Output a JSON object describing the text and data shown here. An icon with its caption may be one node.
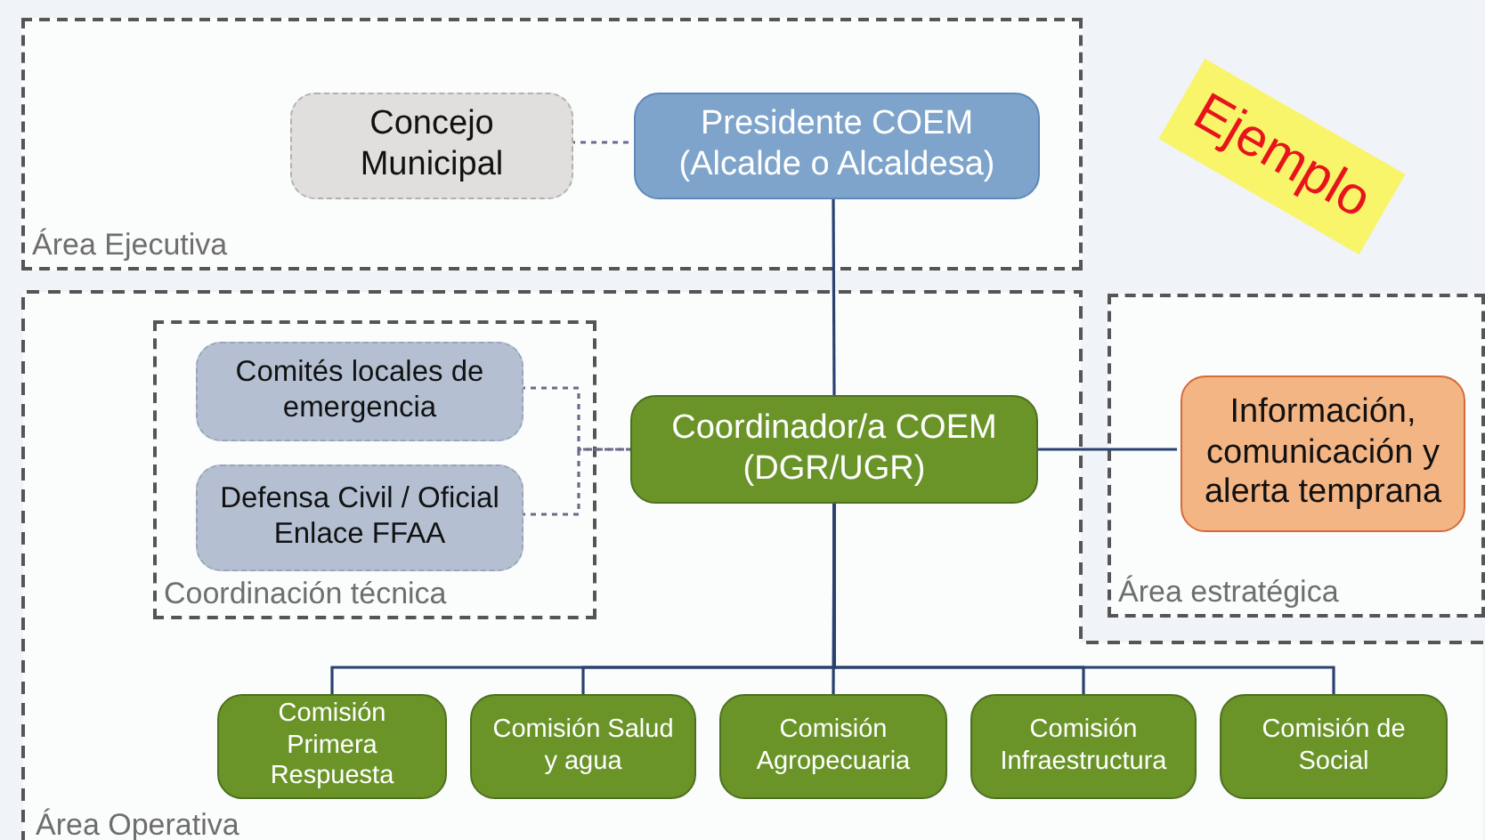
{
  "diagram": {
    "nodes": [
      {
        "text": [
          "Área Ejecutiva"
        ]
      },
      {
        "text": [
          "Concejo Municipal"
        ],
        "in": 0
      },
      {
        "text": [
          "Presidente COEM (Alcalde o Alcaldesa)"
        ],
        "in": 0
      },
      {
        "text": [
          "Área Operativa"
        ]
      },
      {
        "text": [
          "Coordinación técnica"
        ],
        "in": 3
      },
      {
        "text": [
          "Comités locales de emergencia"
        ],
        "in": 4
      },
      {
        "text": [
          "Defensa Civil / Oficial Enlace FFAA"
        ],
        "in": 4
      },
      {
        "text": [
          "Coordinador/a COEM (DGR/UGR)"
        ],
        "in": 3
      },
      {
        "text": [
          "Área estratégica"
        ]
      },
      {
        "text": [
          "Información, comunicación y alerta temprana"
        ],
        "in": 8
      },
      {
        "text": [
          "Comisión Primera Respuesta"
        ],
        "in": 3
      },
      {
        "text": [
          "Comisión Salud y agua"
        ],
        "in": 3
      },
      {
        "text": [
          "Comisión Agropecuaria"
        ],
        "in": 3
      },
      {
        "text": [
          "Comisión Infraestructura"
        ],
        "in": 3
      },
      {
        "text": [
          "Comisión de Social"
        ],
        "in": 3
      }
    ],
    "edges": [
      {
        "from": 1,
        "to": 2,
        "arrow": "none",
        "style": "dashed"
      },
      {
        "from": 2,
        "to": 7,
        "arrow": "none"
      },
      {
        "from": 5,
        "to": 7,
        "arrow": "none",
        "style": "dashed"
      },
      {
        "from": 6,
        "to": 7,
        "arrow": "none",
        "style": "dashed"
      },
      {
        "from": 7,
        "to": 9,
        "arrow": "none"
      },
      {
        "from": 7,
        "to": 10,
        "arrow": "none"
      },
      {
        "from": 7,
        "to": 11,
        "arrow": "none"
      },
      {
        "from": 7,
        "to": 12,
        "arrow": "none"
      },
      {
        "from": 7,
        "to": 13,
        "arrow": "none"
      },
      {
        "from": 7,
        "to": 14,
        "arrow": "none"
      }
    ],
    "labels": [
      "Ejemplo"
    ]
  }
}
